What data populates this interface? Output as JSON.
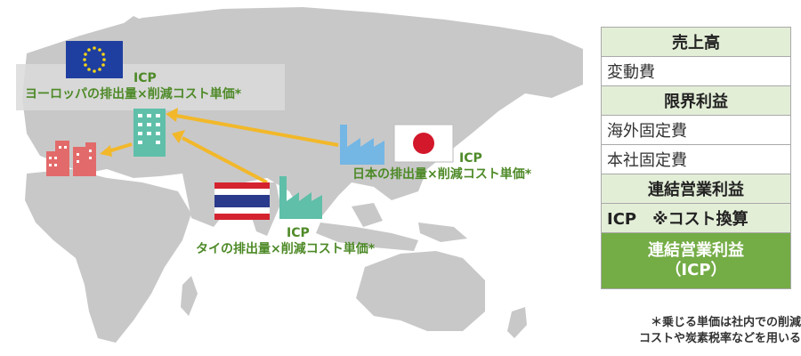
{
  "europe": {
    "line1": "ICP",
    "line2": "ヨーロッパの排出量×削減コスト単価*"
  },
  "japan": {
    "line1": "ICP",
    "line2": "日本の排出量×削減コスト単価*"
  },
  "thailand": {
    "line1": "ICP",
    "line2": "タイの排出量×削減コスト単価*"
  },
  "table": {
    "rows": [
      {
        "label": "売上高",
        "style": "g"
      },
      {
        "label": "変動費",
        "style": "w"
      },
      {
        "label": "限界利益",
        "style": "g"
      },
      {
        "label": "海外固定費",
        "style": "w"
      },
      {
        "label": "本社固定費",
        "style": "w"
      },
      {
        "label": "連結営業利益",
        "style": "g"
      },
      {
        "label": "ICP　※コスト換算",
        "style": "icp"
      }
    ],
    "final_line1": "連結営業利益",
    "final_line2": "（ICP）"
  },
  "note": {
    "line1": "＊乗じる単価は社内での削減",
    "line2": "コストや炭素税率などを用いる"
  },
  "colors": {
    "green_text": "#4e8a28",
    "arrow": "#f2b82a",
    "map": "#c9c9c9",
    "factory_teal": "#5fbfa9",
    "factory_blue": "#74b6e4",
    "factory_red": "#e36a6a",
    "table_light": "#e3eed7",
    "table_dark": "#74ac46"
  }
}
